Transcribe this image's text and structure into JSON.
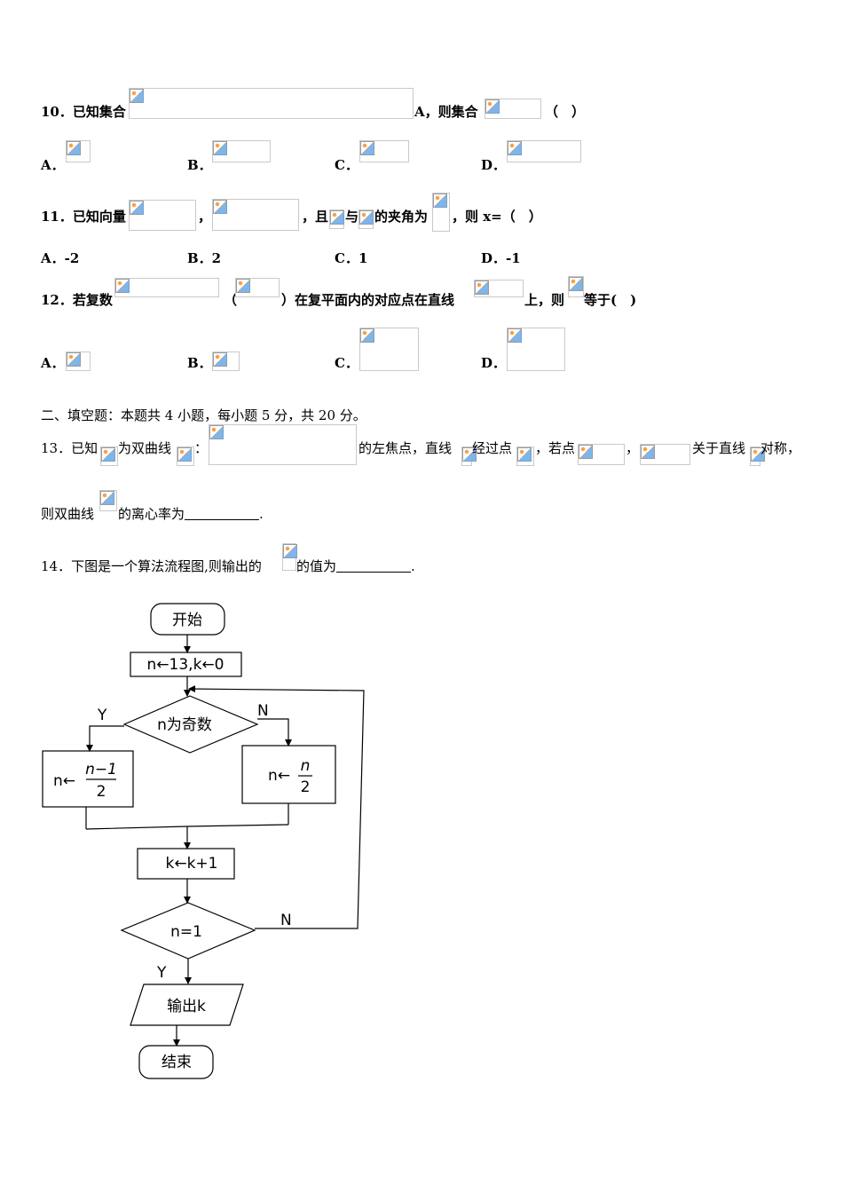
{
  "q10": {
    "num": "10．",
    "t1": "已知集合",
    "t2": "A，则集合",
    "paren": "（　）",
    "opts": [
      "A．",
      "B．",
      "C．",
      "D．"
    ]
  },
  "q11": {
    "num": "11．",
    "t1": "已知向量",
    "comma": "，",
    "t2": "，且",
    "t3": "与",
    "t4": "的夹角为",
    "t5": "，则 x=（　）",
    "opts": [
      "A．-2",
      "B．2",
      "C．1",
      "D．-1"
    ]
  },
  "q12": {
    "num": "12．",
    "t1": "若复数",
    "lp": "（",
    "t2": "）在复平面内的对应点在直线",
    "t3": "上，则",
    "t4": "等于(　)",
    "opts": [
      "A．",
      "B．",
      "C．",
      "D．"
    ]
  },
  "section2": "二、填空题：本题共 4 小题，每小题 5 分，共 20 分。",
  "q13": {
    "num": "13．",
    "t1": "已知",
    "t2": "为双曲线",
    "colon": "：",
    "t3": "的左焦点，直线",
    "t4": "经过点",
    "t5": "，若点",
    "comma": "，",
    "t6": "关于直线",
    "t7": "对称，",
    "l2a": "则双曲线",
    "l2b": "的离心率为",
    "end": "."
  },
  "q14": {
    "num": "14．",
    "t1": "下图是一个算法流程图,则输出的",
    "t2": "的值为",
    "end": "."
  },
  "flowchart": {
    "start": "开始",
    "init": "n←13,k←0",
    "cond1": "n为奇数",
    "yes": "Y",
    "no": "N",
    "left_prefix": "n←",
    "left_num": "n−1",
    "left_den": "2",
    "right_prefix": "n←",
    "right_num": "n",
    "right_den": "2",
    "inc": "k←k+1",
    "cond2": "n=1",
    "output": "输出k",
    "end": "结束"
  }
}
